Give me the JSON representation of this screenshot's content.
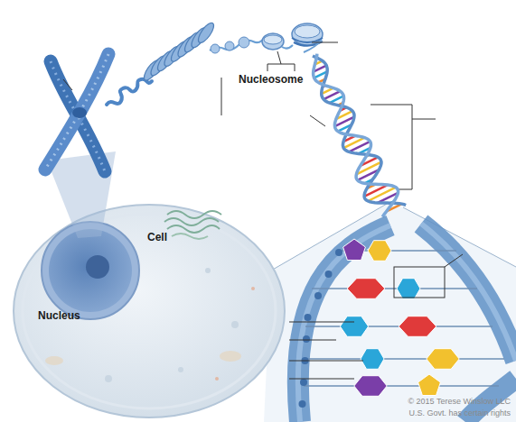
{
  "diagram": {
    "labels": [
      "Cell",
      "Nucleus",
      "Nucleosome",
      "© 2015 Terese Winslow LLC",
      "U.S. Govt. has certain rights"
    ]
  }
}
